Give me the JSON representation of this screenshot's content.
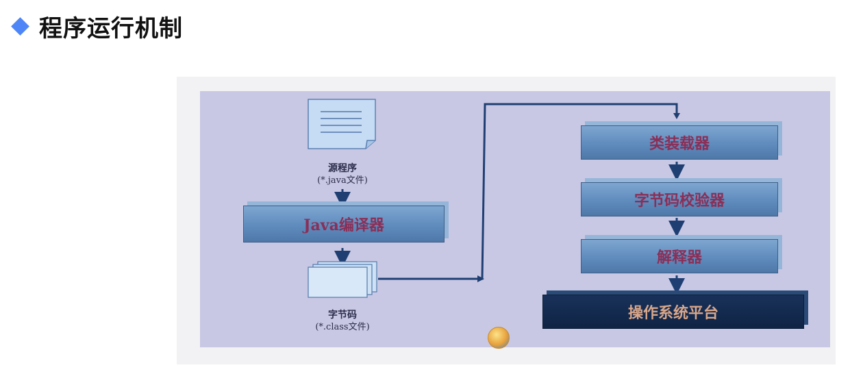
{
  "title": "程序运行机制",
  "diagram": {
    "source": {
      "name": "源程序",
      "ext": "(*.java文件)"
    },
    "compiler": "Java编译器",
    "bytecode": {
      "name": "字节码",
      "ext": "(*.class文件)"
    },
    "loader": "类装载器",
    "verifier": "字节码校验器",
    "interpreter": "解释器",
    "os": "操作系统平台"
  }
}
